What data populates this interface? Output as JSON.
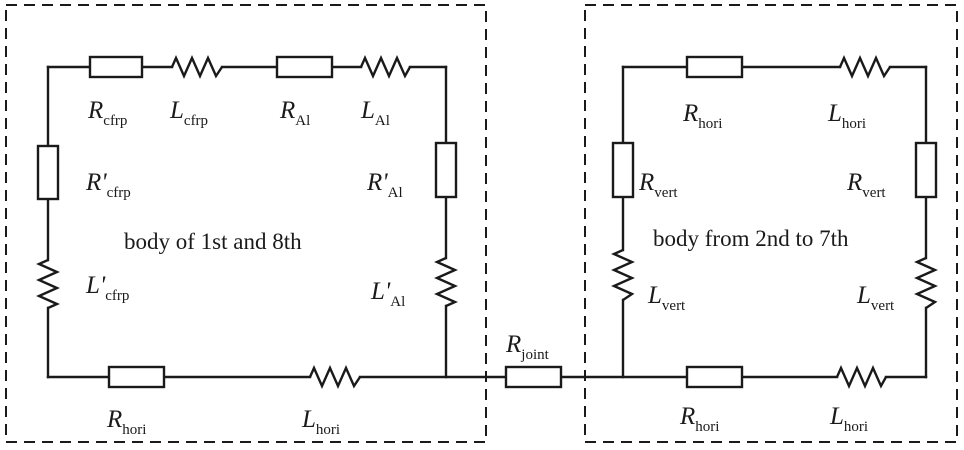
{
  "groups": {
    "left": {
      "caption": "body of 1st and 8th"
    },
    "right": {
      "caption": "body from 2nd to 7th"
    }
  },
  "labels": {
    "r_cfrp": {
      "sym": "R",
      "sub": "cfrp"
    },
    "l_cfrp": {
      "sym": "L",
      "sub": "cfrp"
    },
    "r_al": {
      "sym": "R",
      "sub": "Al"
    },
    "l_al": {
      "sym": "L",
      "sub": "Al"
    },
    "rp_cfrp": {
      "sym": "R'",
      "sub": "cfrp"
    },
    "rp_al": {
      "sym": "R'",
      "sub": "Al"
    },
    "lp_cfrp": {
      "sym": "L'",
      "sub": "cfrp"
    },
    "lp_al": {
      "sym": "L'",
      "sub": "Al"
    },
    "r_hori_left": {
      "sym": "R",
      "sub": "hori"
    },
    "l_hori_left": {
      "sym": "L",
      "sub": "hori"
    },
    "r_joint": {
      "sym": "R",
      "sub": "joint"
    },
    "r_hori_top": {
      "sym": "R",
      "sub": "hori"
    },
    "l_hori_top": {
      "sym": "L",
      "sub": "hori"
    },
    "r_vert_left": {
      "sym": "R",
      "sub": "vert"
    },
    "r_vert_right": {
      "sym": "R",
      "sub": "vert"
    },
    "l_vert_left": {
      "sym": "L",
      "sub": "vert"
    },
    "l_vert_right": {
      "sym": "L",
      "sub": "vert"
    },
    "r_hori_bottom": {
      "sym": "R",
      "sub": "hori"
    },
    "l_hori_bottom": {
      "sym": "L",
      "sub": "hori"
    }
  }
}
